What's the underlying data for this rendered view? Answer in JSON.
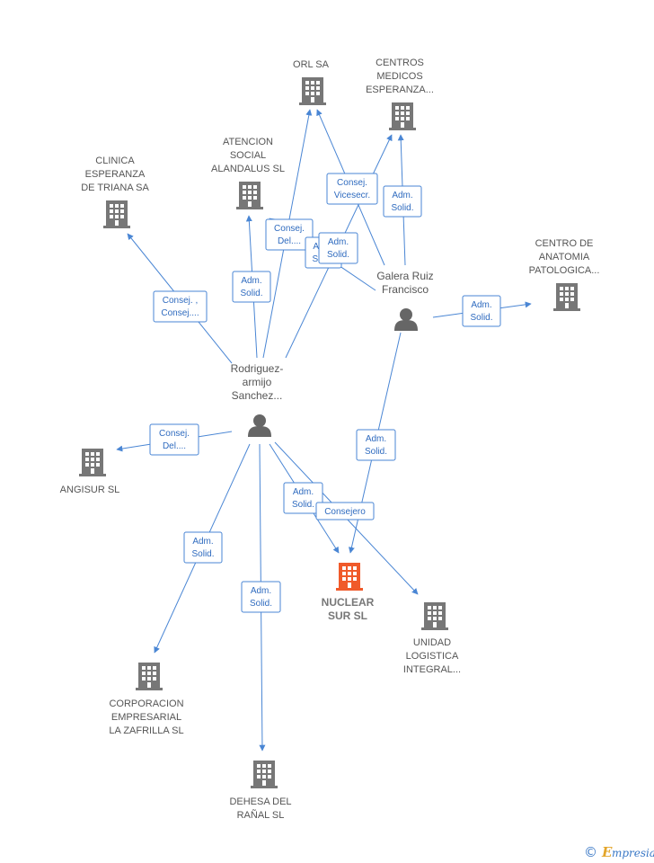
{
  "colors": {
    "edge": "#4a86d4",
    "building": "#777777",
    "building_main": "#f05a2a",
    "person": "#666666",
    "brand_blue": "#3a78c6",
    "brand_orange": "#e3a52a"
  },
  "nodes": [
    {
      "id": "orl",
      "kind": "company",
      "lines": [
        "ORL SA"
      ]
    },
    {
      "id": "centros",
      "kind": "company",
      "lines": [
        "CENTROS",
        "MEDICOS",
        "ESPERANZA..."
      ]
    },
    {
      "id": "atencion",
      "kind": "company",
      "lines": [
        "ATENCION",
        "SOCIAL",
        "ALANDALUS SL"
      ]
    },
    {
      "id": "clinica",
      "kind": "company",
      "lines": [
        "CLINICA",
        "ESPERANZA",
        "DE TRIANA SA"
      ]
    },
    {
      "id": "anatomia",
      "kind": "company",
      "lines": [
        "CENTRO DE",
        "ANATOMIA",
        "PATOLOGICA..."
      ]
    },
    {
      "id": "galera",
      "kind": "person",
      "lines": [
        "Galera Ruiz",
        "Francisco"
      ]
    },
    {
      "id": "rodriguez",
      "kind": "person",
      "lines": [
        "Rodriguez-",
        "armijo",
        "Sanchez..."
      ]
    },
    {
      "id": "angisur",
      "kind": "company",
      "lines": [
        "ANGISUR SL"
      ]
    },
    {
      "id": "nuclear",
      "kind": "main",
      "lines": [
        "NUCLEAR",
        "SUR SL"
      ]
    },
    {
      "id": "unidad",
      "kind": "company",
      "lines": [
        "UNIDAD",
        "LOGISTICA",
        "INTEGRAL..."
      ]
    },
    {
      "id": "corporacion",
      "kind": "company",
      "lines": [
        "CORPORACION",
        "EMPRESARIAL",
        "LA ZAFRILLA SL"
      ]
    },
    {
      "id": "dehesa",
      "kind": "company",
      "lines": [
        "DEHESA DEL",
        "RAÑAL SL"
      ]
    }
  ],
  "relations": [
    {
      "id": "r1",
      "lines": [
        "Consej. ,",
        "Consej...."
      ]
    },
    {
      "id": "r2",
      "lines": [
        "Adm.",
        "Solid."
      ]
    },
    {
      "id": "r3",
      "lines": [
        "Consej.",
        "Del...."
      ]
    },
    {
      "id": "r4",
      "lines": [
        "Adm.",
        "Solid."
      ]
    },
    {
      "id": "r5",
      "lines": [
        "Adm.",
        "Solid."
      ]
    },
    {
      "id": "r6",
      "lines": [
        "Consej.",
        "Vicesecr."
      ]
    },
    {
      "id": "r7",
      "lines": [
        "Adm.",
        "Solid."
      ]
    },
    {
      "id": "r8",
      "lines": [
        "Adm.",
        "Solid."
      ]
    },
    {
      "id": "r9",
      "lines": [
        "Adm.",
        "Solid."
      ]
    },
    {
      "id": "r10",
      "lines": [
        "Consej.",
        "Del...."
      ]
    },
    {
      "id": "r11",
      "lines": [
        "Adm.",
        "Solid."
      ]
    },
    {
      "id": "r12",
      "lines": [
        "Consejero"
      ]
    },
    {
      "id": "r13",
      "lines": [
        "Adm.",
        "Solid."
      ]
    },
    {
      "id": "r14",
      "lines": [
        "Adm.",
        "Solid."
      ]
    }
  ],
  "brand": {
    "copyright": "©",
    "name": "mpresia",
    "initial": "E"
  }
}
